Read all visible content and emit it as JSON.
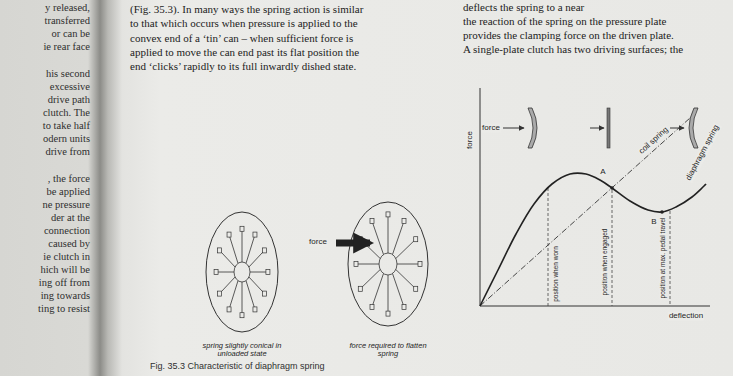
{
  "diagram": {
    "caption": "Fig. 35.3 Characteristic of diaphragm spring",
    "labels": [
      "y released,",
      "transferred",
      "or can be",
      "ie rear face",
      "his second",
      "excessive",
      "drive path",
      "clutch. The",
      "to take half",
      "odern units",
      "drive from",
      ", the force",
      "be applied",
      "ne pressure",
      "der at the",
      "connection",
      "caused by",
      "ie clutch in",
      "hich will be",
      "ing off from",
      "ing towards",
      "ting to resist",
      "(Fig. 35.3). In many ways the spring action is similar",
      "to that which occurs when pressure is applied to the",
      "convex end of a ‘tin’ can – when sufficient force is",
      "applied to move the can end past its flat position the",
      "end ‘clicks’ rapidly to its full inwardly dished state.",
      "deflects the spring to a near",
      "the reaction of the spring on the pressure plate",
      "provides the clamping force on the driven plate.",
      "A single-plate clutch has two driving surfaces; the",
      "force",
      "spring slightly conical in unloaded state",
      "force required to flatten spring",
      "force",
      "force",
      "deflection",
      "A",
      "B",
      "coil spring",
      "diaphragm spring",
      "position when worn",
      "position when engaged",
      "position at max. pedal travel"
    ]
  }
}
